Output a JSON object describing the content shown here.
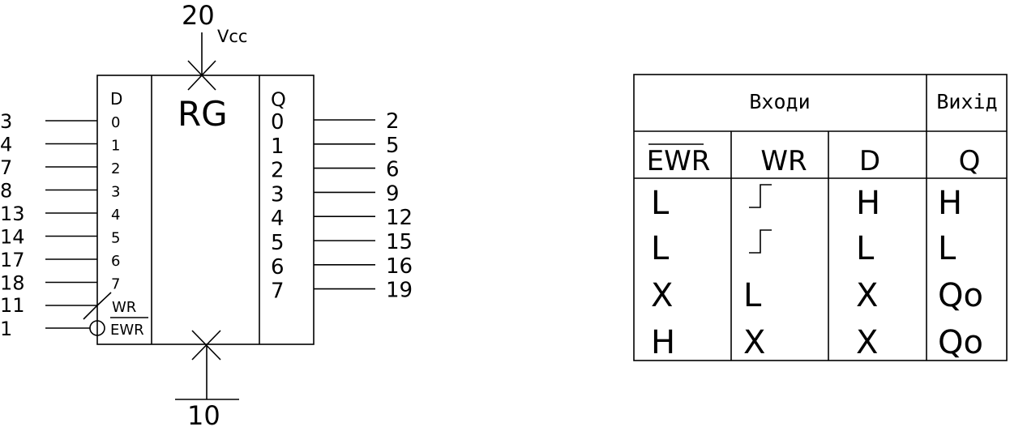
{
  "chip": {
    "title": "RG",
    "vcc_pin": "20",
    "vcc_label": "Vcc",
    "gnd_pin": "10",
    "d_header": "D",
    "q_header": "Q",
    "d_bits": [
      "0",
      "1",
      "2",
      "3",
      "4",
      "5",
      "6",
      "7"
    ],
    "q_bits": [
      "0",
      "1",
      "2",
      "3",
      "4",
      "5",
      "6",
      "7"
    ],
    "d_pins": [
      "3",
      "4",
      "7",
      "8",
      "13",
      "14",
      "17",
      "18"
    ],
    "q_pins": [
      "2",
      "5",
      "6",
      "9",
      "12",
      "15",
      "16",
      "19"
    ],
    "wr_label": "WR",
    "wr_pin": "11",
    "ewr_label": "EWR",
    "ewr_pin": "1"
  },
  "truth_table": {
    "inputs_header": "Входи",
    "output_header": "Вихід",
    "columns": [
      "EWR",
      "WR",
      "D",
      "Q"
    ],
    "rows": [
      [
        "L",
        "rising-edge-icon",
        "H",
        "H"
      ],
      [
        "L",
        "rising-edge-icon",
        "L",
        "L"
      ],
      [
        "X",
        "L",
        "X",
        "Qo"
      ],
      [
        "H",
        "X",
        "X",
        "Qo"
      ]
    ]
  }
}
